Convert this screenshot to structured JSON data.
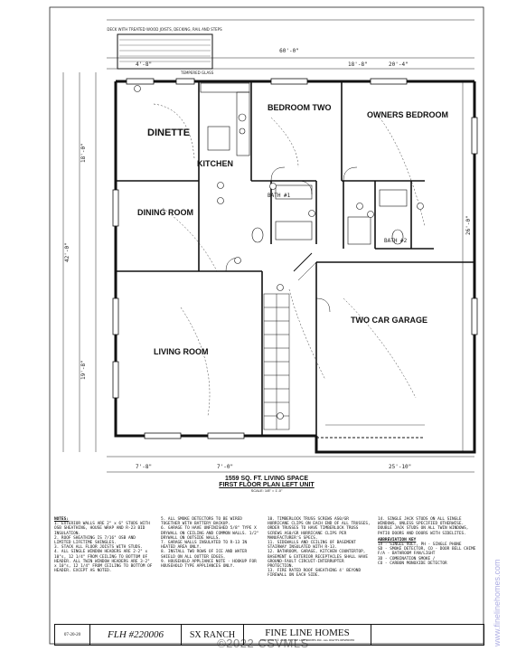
{
  "plan": {
    "deck_note": "DECK WITH TREATED WOOD JOISTS, DECKING, RAIL AND STEPS",
    "tempered_glass": "TEMPERED GLASS",
    "overall_width": "60'-0\"",
    "overall_depth": "42'-0\"",
    "rooms": {
      "dinette": "DINETTE",
      "kitchen": "KITCHEN",
      "bedroom_two": "BEDROOM TWO",
      "owners_bedroom": "OWNERS BEDROOM",
      "dining_room": "DINING ROOM",
      "living_room": "LIVING ROOM",
      "two_car_garage": "TWO CAR GARAGE",
      "bath1": "BATH #1",
      "bath2": "BATH #2"
    },
    "living_space": "1559 SQ. FT. LIVING SPACE",
    "plan_title": "FIRST FLOOR PLAN LEFT UNIT",
    "scale": "SCALE: 1/8\" = 1'-0\""
  },
  "notes": {
    "heading": "NOTES:",
    "col1": [
      "1. EXTERIOR WALLS ARE 2\" x 6\" STUDS WITH OSB SHEATHING, HOUSE WRAP AND R-23 BID INSULATION.",
      "2. ROOF SHEATHING IS 7/16\" OSB AND LIMITED LIFETIME SHINGLES.",
      "3. STACK ALL FLOOR JOISTS WITH STUDS.",
      "4. ALL SINGLE WINDOW HEADERS ARE 2-2\" x 10\"s, 12 1/4\" FROM CEILING TO BOTTOM OF HEADER. ALL TWIN WINDOW HEADERS ARE 3-2\" x 10\"s, 12 1/4\" FROM CEILING TO BOTTOM OF HEADER. EXCEPT AS NOTED."
    ],
    "col2": [
      "5. ALL SMOKE DETECTORS TO BE WIRED TOGETHER WITH BATTERY BACKUP.",
      "6. GARAGE TO HAVE UNFINISHED 5/8\" TYPE X DRYWALL ON CEILING AND COMMON WALLS. 1/2\" DRYWALL ON OUTSIDE WALLS.",
      "7. GARAGE WALLS INSULATED TO R-13 IN HEATED AREA ONLY.",
      "8. INSTALL TWO ROWS OF ICE AND WATER SHIELD ON ALL OUTTER EDGES.",
      "9. HOUSEHOLD APPLIANCE NOTE - HOOKUP FOR HOUSEHOLD TYPE APPLIANCES ONLY."
    ],
    "col3": [
      "10. TIMBERLOCK TRUSS SCREWS AS0/GR HURRICANE CLIPS ON EACH END OF ALL TRUSSES, ORDER TRUSSES TO HAVE TIMBERLOCK TRUSS SCREWS AS0/GR HURRICANE CLIPS PER MANUFACTURER'S SPECS.",
      "11. SIDEWALLS AND CEILING OF BASEMENT STAIRWAY INSULATED WITH R-13.",
      "12. BATHROOM, GARAGE, KITCHEN COUNTERTOP, BASEMENT & EXTERIOR RECEPTACLES SHALL HAVE GROUND-FAULT CIRCUIT-INTERRUPTER PROTECTION.",
      "13. FIRE RATED ROOF SHEATHING 4' BEYOND FIREWALL ON EACH SIDE."
    ],
    "col4": [
      "14. SINGLE JACK STUDS ON ALL SINGLE WINDOWS, UNLESS SPECIFIED OTHERWISE. DOUBLE JACK STUDS ON ALL TWIN WINDOWS, PATIO DOORS AND DOORS WITH SIDELITES."
    ],
    "abbrev_heading": "ABBREVIATION KEY",
    "abbrev": [
      "1V - SINGLE VOLT, PH - SINGLE PHONE",
      "SD - SMOKE DETECTOR, CO - DOOR BELL CHIME",
      "F/A - BATHROOM FAN/LIGHT",
      "3D - COMBINATION SMOKE /",
      "CO - CARBON MONOXIDE DETECTOR"
    ]
  },
  "titleblock": {
    "date": "07-20-20",
    "flh": "FLH #220006",
    "name": "SX RANCH",
    "company": "FINE LINE HOMES",
    "copyright": "COPYRIGHT © 2005 BY FINE LINE HOMES INC. ALL RIGHTS RESERVED"
  },
  "watermark": "©2022 CSVMLS",
  "side_watermark": "www.finelinehomes.com"
}
